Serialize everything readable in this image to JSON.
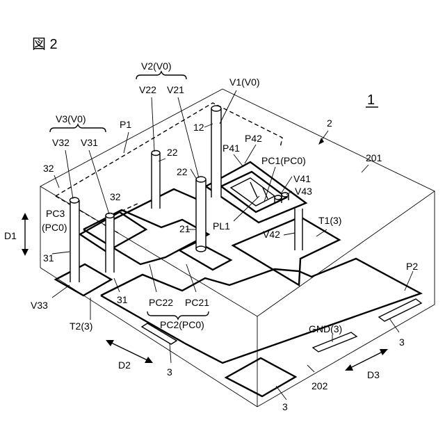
{
  "figure": {
    "title": "図 2",
    "number_label": "1"
  },
  "labels": {
    "v2_group": "V2(V0)",
    "v22": "V22",
    "v21": "V21",
    "v1_group": "V1(V0)",
    "v3_group": "V3(V0)",
    "v32": "V32",
    "v31": "V31",
    "p1": "P1",
    "n12": "12",
    "n2": "2",
    "n201": "201",
    "n22a": "22",
    "n22b": "22",
    "n32a": "32",
    "n32b": "32",
    "p41": "P41",
    "p42": "P42",
    "pc1": "PC1(PC0)",
    "v41": "V41",
    "v43": "V43",
    "pc3": "PC3",
    "pc3_sub": "(PC0)",
    "n21": "21",
    "pl1": "PL1",
    "v42": "V42",
    "t1": "T1(3)",
    "d1": "D1",
    "n31a": "31",
    "n31b": "31",
    "v33": "V33",
    "p2": "P2",
    "pc22": "PC22",
    "pc21": "PC21",
    "pc2": "PC2(PC0)",
    "t2": "T2(3)",
    "gnd": "GND(3)",
    "n3a": "3",
    "n3b": "3",
    "n3c": "3",
    "d2": "D2",
    "d3": "D3",
    "n202": "202"
  }
}
